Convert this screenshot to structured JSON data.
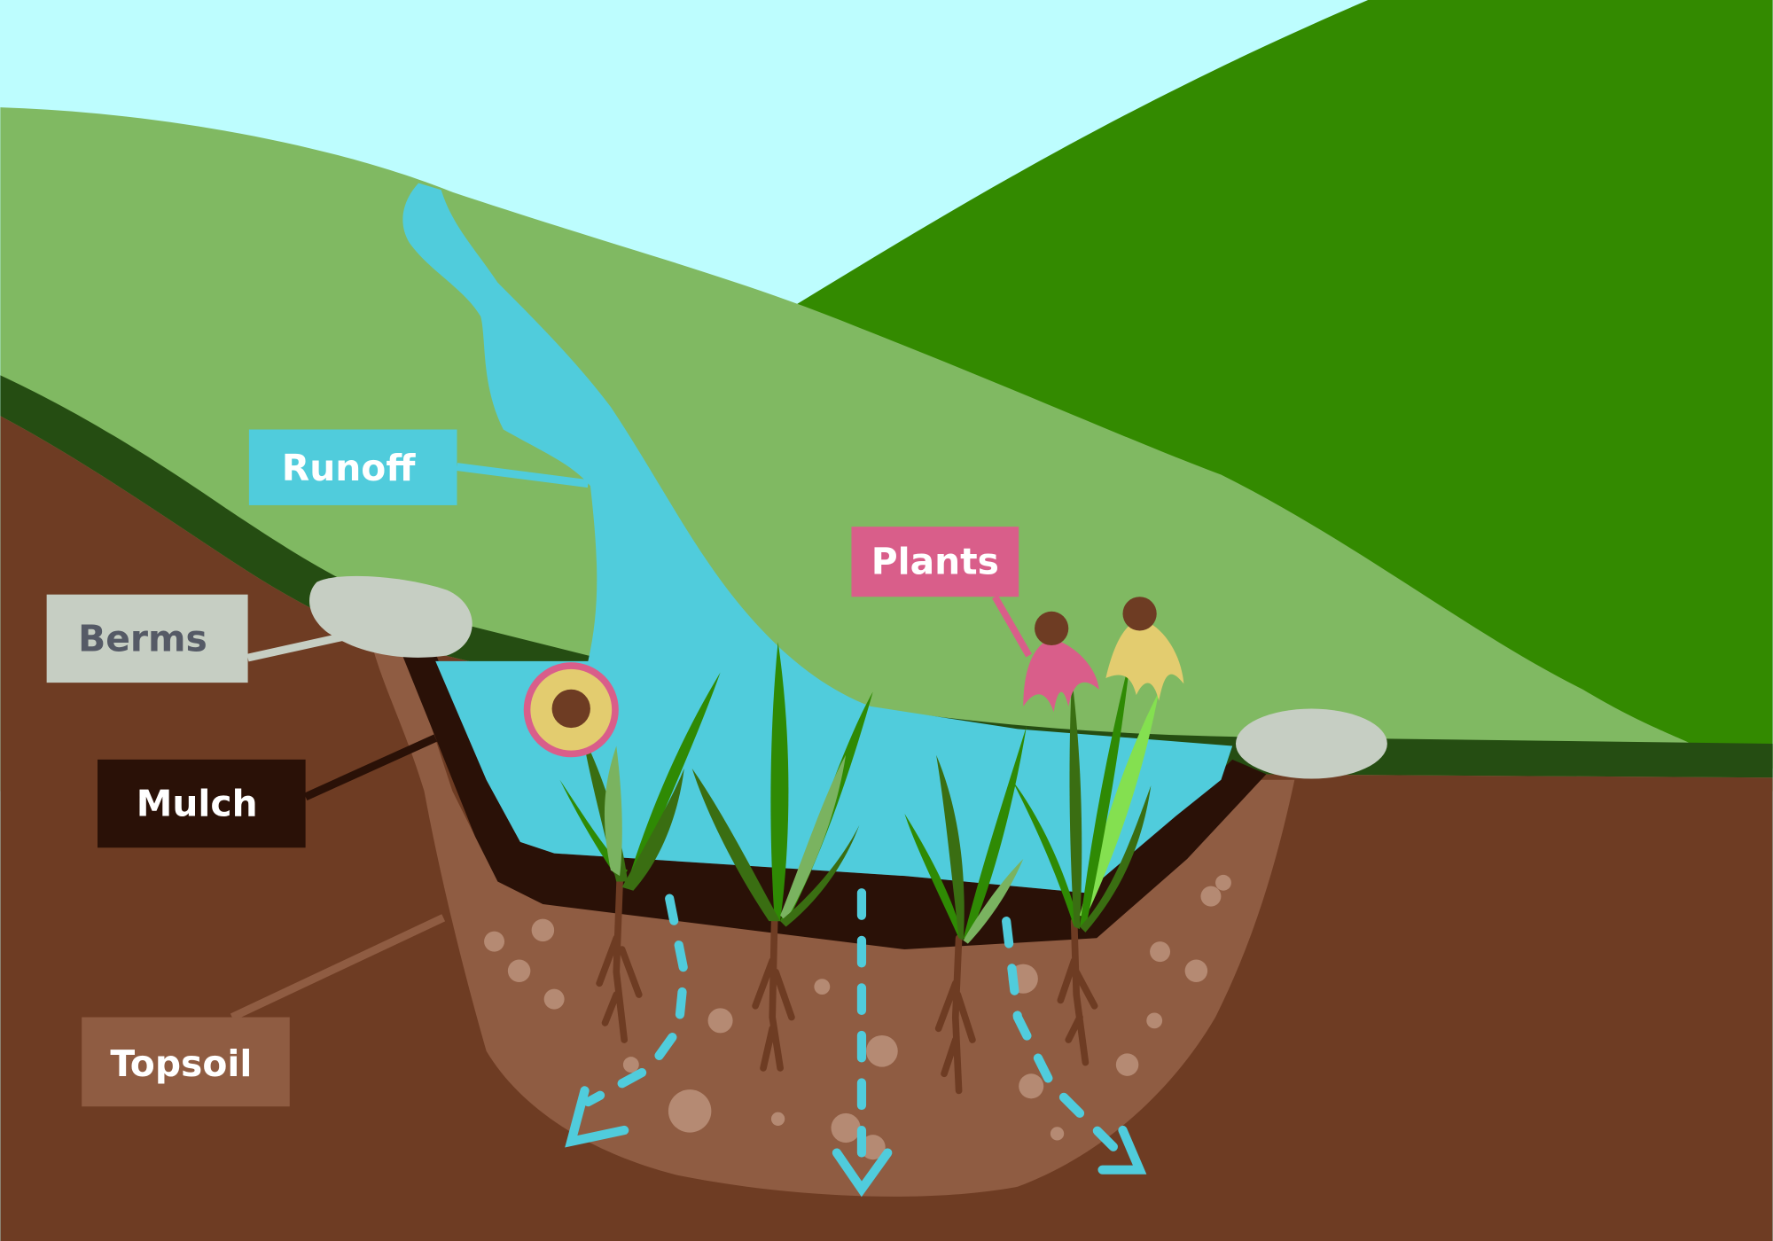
{
  "labels": {
    "runoff": "Runoff",
    "plants": "Plants",
    "berms": "Berms",
    "mulch": "Mulch",
    "topsoil": "Topsoil"
  },
  "colors": {
    "sky": "#bdfdfe",
    "far_hill": "#338a00",
    "near_hill": "#80b962",
    "grass_edge": "#254d12",
    "ground": "#6e3c23",
    "topsoil": "#8f5c42",
    "mulch": "#2a1107",
    "water": "#50ccdc",
    "berm": "#c6cec3",
    "plants_label": "#d95e8a",
    "berms_text": "#555a66"
  }
}
